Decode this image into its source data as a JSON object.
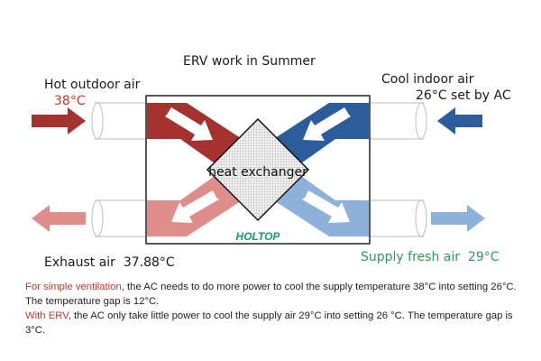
{
  "title": "ERV work in Summer",
  "hot_outdoor": {
    "label": "Hot outdoor air",
    "temp": "38°C"
  },
  "cool_indoor": {
    "label": "Cool indoor air",
    "temp": "26°C set by AC"
  },
  "exhaust": {
    "label": "Exhaust air",
    "temp": "37.88°C"
  },
  "supply": {
    "label": "Supply fresh air",
    "temp": "29°C"
  },
  "exchanger_label": "heat exchanger",
  "logo": "HOLTOP",
  "notes": {
    "line1_highlight": "For simple ventilation",
    "line1_rest": ", the AC needs to do more power to cool the supply temperature 38°C into setting 26°C. The temperature gap is 12°C.",
    "line2_highlight": "With ERV",
    "line2_rest": ", the AC only take little power to cool the supply air 29°C into setting 26 °C. The temperature gap is 3°C."
  },
  "colors": {
    "hot": "#a5322f",
    "cool": "#2c5c9a",
    "exhaust": "#df8d8a",
    "supply": "#8eb1db",
    "logo": "#1a9a6a",
    "note_red": "#c0392b",
    "supply_text": "#2e9a5a"
  }
}
